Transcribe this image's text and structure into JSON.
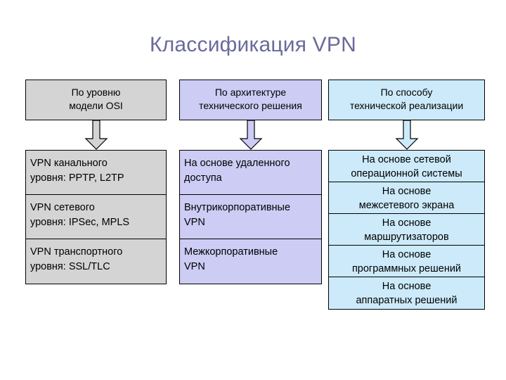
{
  "slide": {
    "title": "Классификация VPN",
    "title_color": "#6a6a9c",
    "background": "#ffffff"
  },
  "columns": [
    {
      "id": "osi-level",
      "header": "По уровню\nмодели OSI",
      "header_line1": "По уровню",
      "header_line2": "модели OSI",
      "fill": "#d4d4d4",
      "arrow": "down-arrow-icon",
      "align": "left",
      "items": [
        {
          "line1": "VPN канального",
          "line2": "уровня: PPTP, L2TP"
        },
        {
          "line1": "VPN сетевого",
          "line2": "уровня: IPSec, MPLS"
        },
        {
          "line1": "VPN транспортного",
          "line2": "уровня: SSL/TLC"
        }
      ]
    },
    {
      "id": "technical-architecture",
      "header": "По архитектуре\nтехнического решения",
      "header_line1": "По архитектуре",
      "header_line2": "технического решения",
      "fill": "#ccccf5",
      "arrow": "down-arrow-icon",
      "align": "left",
      "items": [
        {
          "line1": "На основе удаленного",
          "line2": "доступа"
        },
        {
          "line1": "Внутрикорпоративные",
          "line2": "VPN"
        },
        {
          "line1": "Межкорпоративные",
          "line2": "VPN"
        }
      ]
    },
    {
      "id": "implementation-method",
      "header": "По способу\nтехнической реализации",
      "header_line1": "По способу",
      "header_line2": "технической реализации",
      "fill": "#cceaf9",
      "arrow": "down-arrow-icon",
      "align": "center",
      "items": [
        {
          "line1": "На основе сетевой",
          "line2": "операционной системы"
        },
        {
          "line1": "На основе",
          "line2": "межсетевого экрана"
        },
        {
          "line1": "На основе",
          "line2": "маршрутизаторов"
        },
        {
          "line1": "На основе",
          "line2": "программных решений"
        },
        {
          "line1": "На основе",
          "line2": "аппаратных решений"
        }
      ]
    }
  ]
}
